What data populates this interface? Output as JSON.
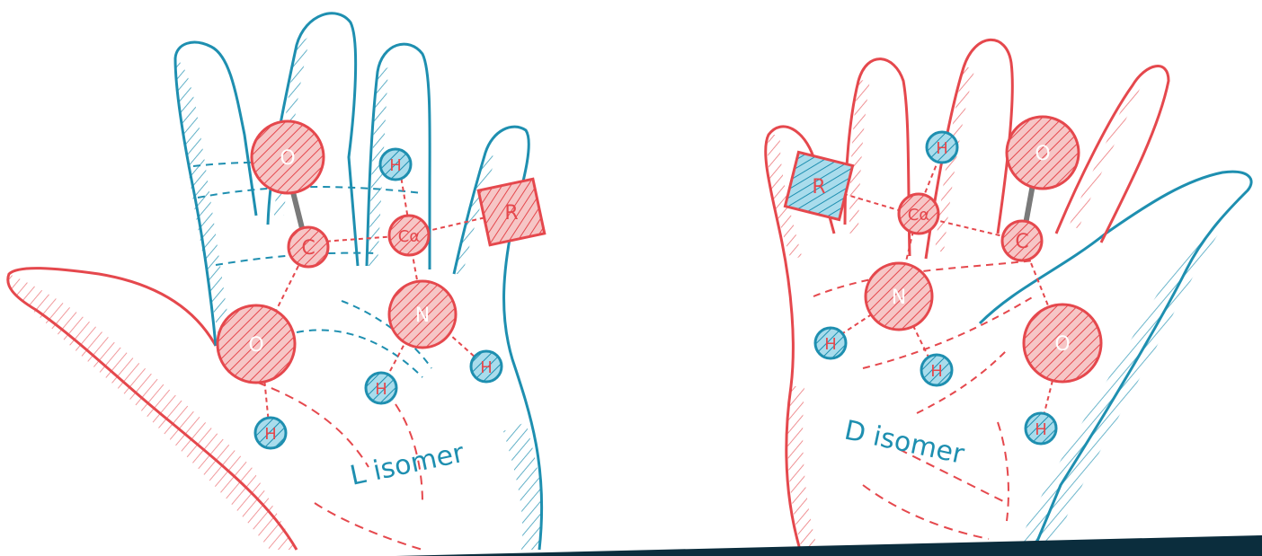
{
  "colors": {
    "red": "#e5484d",
    "red_fill": "#f6c6c6",
    "blue": "#1e8fb0",
    "blue_fill": "#a9dcec",
    "navy": "#0b2d3d",
    "white": "#ffffff"
  },
  "left_hand": {
    "label": "L isomer",
    "atoms": {
      "o_top": "O",
      "c": "C",
      "ca": "Cα",
      "r": "R",
      "n": "N",
      "h_top": "H",
      "o_bottom": "O",
      "h_o": "H",
      "h_n1": "H",
      "h_n2": "H"
    }
  },
  "right_hand": {
    "label": "D isomer",
    "atoms": {
      "r": "R",
      "ca": "Cα",
      "h_top": "H",
      "o_top": "O",
      "c": "C",
      "n": "N",
      "h_n1": "H",
      "h_n2": "H",
      "o_bottom": "O",
      "h_o": "H"
    }
  }
}
